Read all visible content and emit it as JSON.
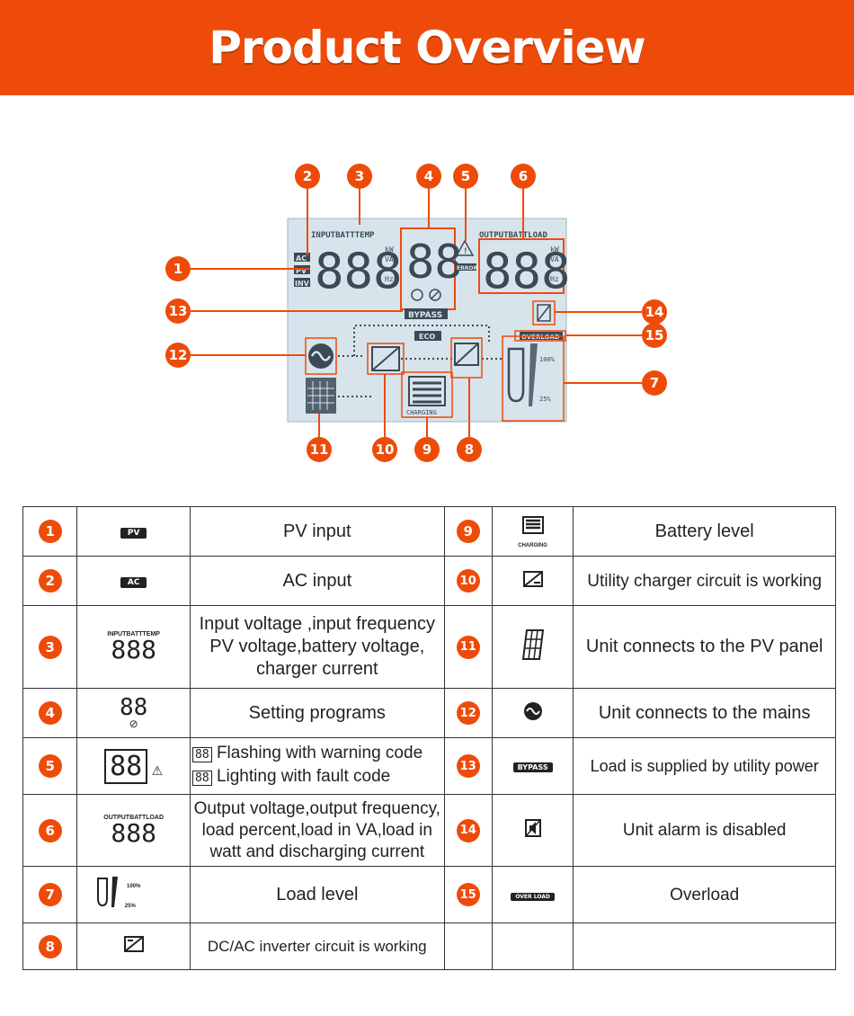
{
  "header": {
    "title": "Product Overview"
  },
  "lcd": {
    "input_label": "INPUTBATTTEMP",
    "output_label": "OUTPUTBATTLOAD",
    "digits3": "888",
    "digits2": "88",
    "units": [
      "kW",
      "VA",
      "%",
      "Hz"
    ],
    "source_tags": [
      "AC",
      "PV",
      "INV"
    ],
    "bypass": "BYPASS",
    "eco": "ECO",
    "overload": "OVERLOAD",
    "charging": "CHARGING",
    "error": "ERROR",
    "pct_high": "100%",
    "pct_low": "25%"
  },
  "callouts": [
    "1",
    "2",
    "3",
    "4",
    "5",
    "6",
    "7",
    "8",
    "9",
    "10",
    "11",
    "12",
    "13",
    "14",
    "15"
  ],
  "legend": {
    "left": [
      {
        "num": "1",
        "icon": "pv-tag-icon",
        "icon_text": "PV",
        "desc": "PV input"
      },
      {
        "num": "2",
        "icon": "ac-tag-icon",
        "icon_text": "AC",
        "desc": "AC input"
      },
      {
        "num": "3",
        "icon": "input-display-icon",
        "icon_label": "INPUTBATTTEMP",
        "icon_digits": "888",
        "desc_lines": [
          "Input voltage ,input frequency",
          "PV voltage,battery voltage,",
          "charger current"
        ]
      },
      {
        "num": "4",
        "icon": "setting-digits-icon",
        "icon_digits": "88",
        "desc": "Setting programs"
      },
      {
        "num": "5",
        "icon": "warning-digits-icon",
        "icon_digits": "88",
        "desc_lines": [
          "Flashing with warning code",
          "Lighting with fault code"
        ],
        "sub_digits": "88"
      },
      {
        "num": "6",
        "icon": "output-display-icon",
        "icon_label": "OUTPUTBATTLOAD",
        "icon_digits": "888",
        "desc_lines": [
          "Output voltage,output frequency,",
          "load percent,load in VA,load in",
          "watt and discharging current"
        ]
      },
      {
        "num": "7",
        "icon": "load-level-icon",
        "icon_text_high": "100%",
        "icon_text_low": "25%",
        "desc": "Load level"
      },
      {
        "num": "8",
        "icon": "inverter-icon",
        "desc": "DC/AC inverter circuit is working"
      }
    ],
    "right": [
      {
        "num": "9",
        "icon": "battery-charging-icon",
        "icon_text": "CHARGING",
        "desc": "Battery level"
      },
      {
        "num": "10",
        "icon": "utility-charger-icon",
        "desc": "Utility charger circuit is working"
      },
      {
        "num": "11",
        "icon": "pv-panel-icon",
        "desc": "Unit connects to the PV panel"
      },
      {
        "num": "12",
        "icon": "mains-icon",
        "desc": "Unit connects to the mains"
      },
      {
        "num": "13",
        "icon": "bypass-tag-icon",
        "icon_text": "BYPASS",
        "desc": "Load is supplied by utility power"
      },
      {
        "num": "14",
        "icon": "alarm-disabled-icon",
        "desc": "Unit alarm is disabled"
      },
      {
        "num": "15",
        "icon": "overload-tag-icon",
        "icon_text": "OVER LOAD",
        "desc": "Overload"
      }
    ]
  },
  "colors": {
    "accent": "#ee4b0a",
    "lcd_bg": "#d7e4ec",
    "lcd_ink": "#3b4a55"
  }
}
